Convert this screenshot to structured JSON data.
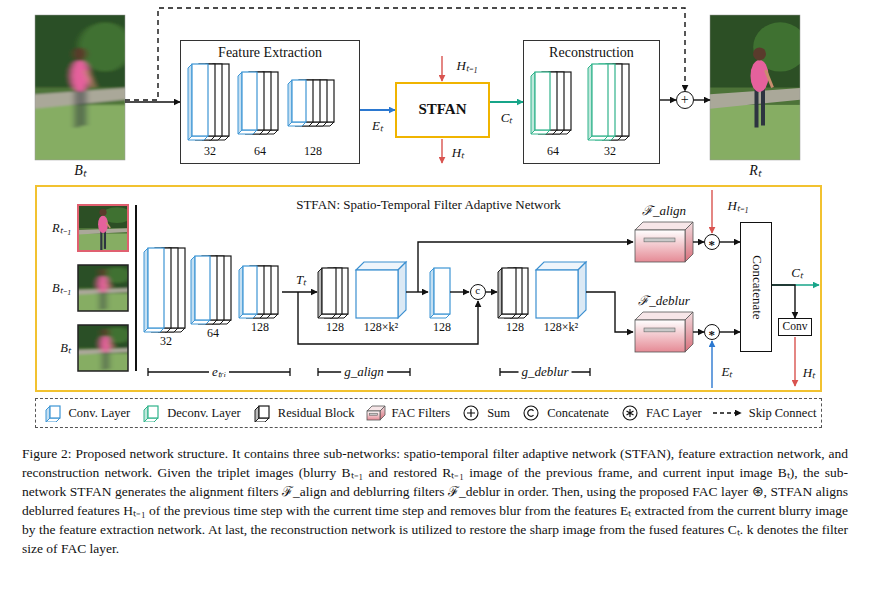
{
  "diagram": {
    "caption": "Figure 2: Proposed network structure. It contains three sub-networks: spatio-temporal filter adaptive network (STFAN), feature extraction network, and reconstruction network. Given the triplet images (blurry Bₜ₋₁ and restored Rₜ₋₁ image of the previous frame, and current input image Bₜ), the sub-network STFAN generates the alignment filters ℱ_align and deblurring filters ℱ_deblur in order. Then, using the proposed FAC layer ⊛, STFAN aligns deblurred features Hₜ₋₁ of the previous time step with the current time step and removes blur from the features Eₜ extracted from the current blurry image by the feature extraction network. At last, the reconstruction network is utilized to restore the sharp image from the fused features Cₜ. k denotes the filter size of FAC layer.",
    "nodes": [
      {
        "text": [
          "Bₜ"
        ]
      },
      {
        "text": [
          "Feature Extraction"
        ]
      },
      {
        "text": [
          "STFAN"
        ]
      },
      {
        "text": [
          "Reconstruction"
        ]
      },
      {
        "text": [
          "+"
        ]
      },
      {
        "text": [
          "Rₜ"
        ]
      },
      {
        "text": [
          "STFAN: Spatio-Temporal Filter Adaptive Network"
        ]
      },
      {
        "text": [
          "Rₜ₋₁"
        ],
        "in": 6
      },
      {
        "text": [
          "Bₜ₋₁"
        ],
        "in": 6
      },
      {
        "text": [
          "Bₜ"
        ],
        "in": 6
      },
      {
        "text": [
          "c"
        ],
        "in": 6
      },
      {
        "text": [
          "ℱ_align"
        ],
        "in": 6
      },
      {
        "text": [
          "ℱ_deblur"
        ],
        "in": 6
      },
      {
        "text": [
          "*"
        ],
        "in": 6
      },
      {
        "text": [
          "*"
        ],
        "in": 6
      },
      {
        "text": [
          "Concatenate"
        ],
        "in": 6
      },
      {
        "text": [
          "Conv"
        ],
        "in": 6
      }
    ],
    "edges": [
      {
        "from": 0,
        "to": 1,
        "arrow": "to"
      },
      {
        "from": 1,
        "to": 2,
        "label": "Eₜ",
        "arrow": "to"
      },
      {
        "from": 2,
        "to": 3,
        "label": "Cₜ",
        "arrow": "to"
      },
      {
        "from": 3,
        "to": 4,
        "arrow": "to"
      },
      {
        "from": 4,
        "to": 5,
        "arrow": "to"
      },
      {
        "from": 0,
        "to": 4,
        "arrow": "to"
      },
      {
        "from": 11,
        "to": 13,
        "arrow": "to"
      },
      {
        "from": 12,
        "to": 14,
        "arrow": "to"
      },
      {
        "from": 13,
        "to": 15,
        "arrow": "to"
      },
      {
        "from": 14,
        "to": 15,
        "arrow": "to"
      },
      {
        "from": 15,
        "to": 16,
        "arrow": "to"
      }
    ],
    "labels": [
      "32",
      "64",
      "128",
      "Hₜ₋₁",
      "Hₜ",
      "64",
      "32",
      "32",
      "64",
      "128",
      "Tₜ",
      "128",
      "128×k²",
      "128",
      "128",
      "128×k²",
      "eₜᵣᵢ",
      "g_align",
      "g_deblur",
      "Hₜ₋₁",
      "Eₜ",
      "Cₜ",
      "Hₜ"
    ],
    "legend": [
      {
        "text": "Conv. Layer"
      },
      {
        "text": "Deconv. Layer"
      },
      {
        "text": "Residual Block"
      },
      {
        "text": "FAC Filters"
      },
      {
        "text": "Sum"
      },
      {
        "text": "Concatenate"
      },
      {
        "text": "FAC Layer"
      },
      {
        "text": "Skip Connect"
      }
    ]
  }
}
